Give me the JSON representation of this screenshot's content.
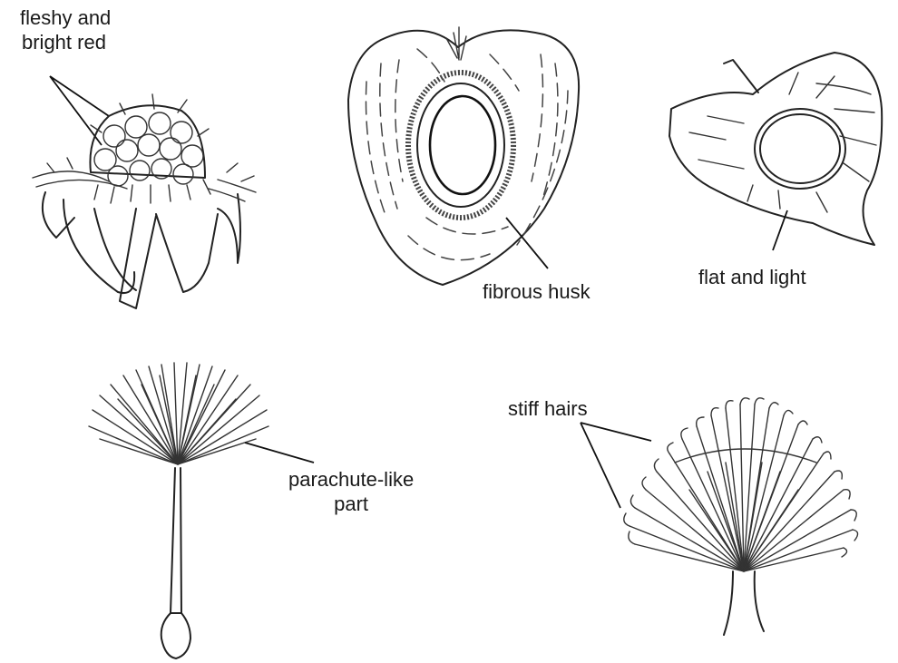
{
  "labels": {
    "fleshy_red": [
      "fleshy and",
      "bright red"
    ],
    "fibrous_husk": "fibrous husk",
    "flat_light": "flat and light",
    "parachute": [
      "parachute-like",
      "part"
    ],
    "stiff_hairs": "stiff hairs"
  }
}
